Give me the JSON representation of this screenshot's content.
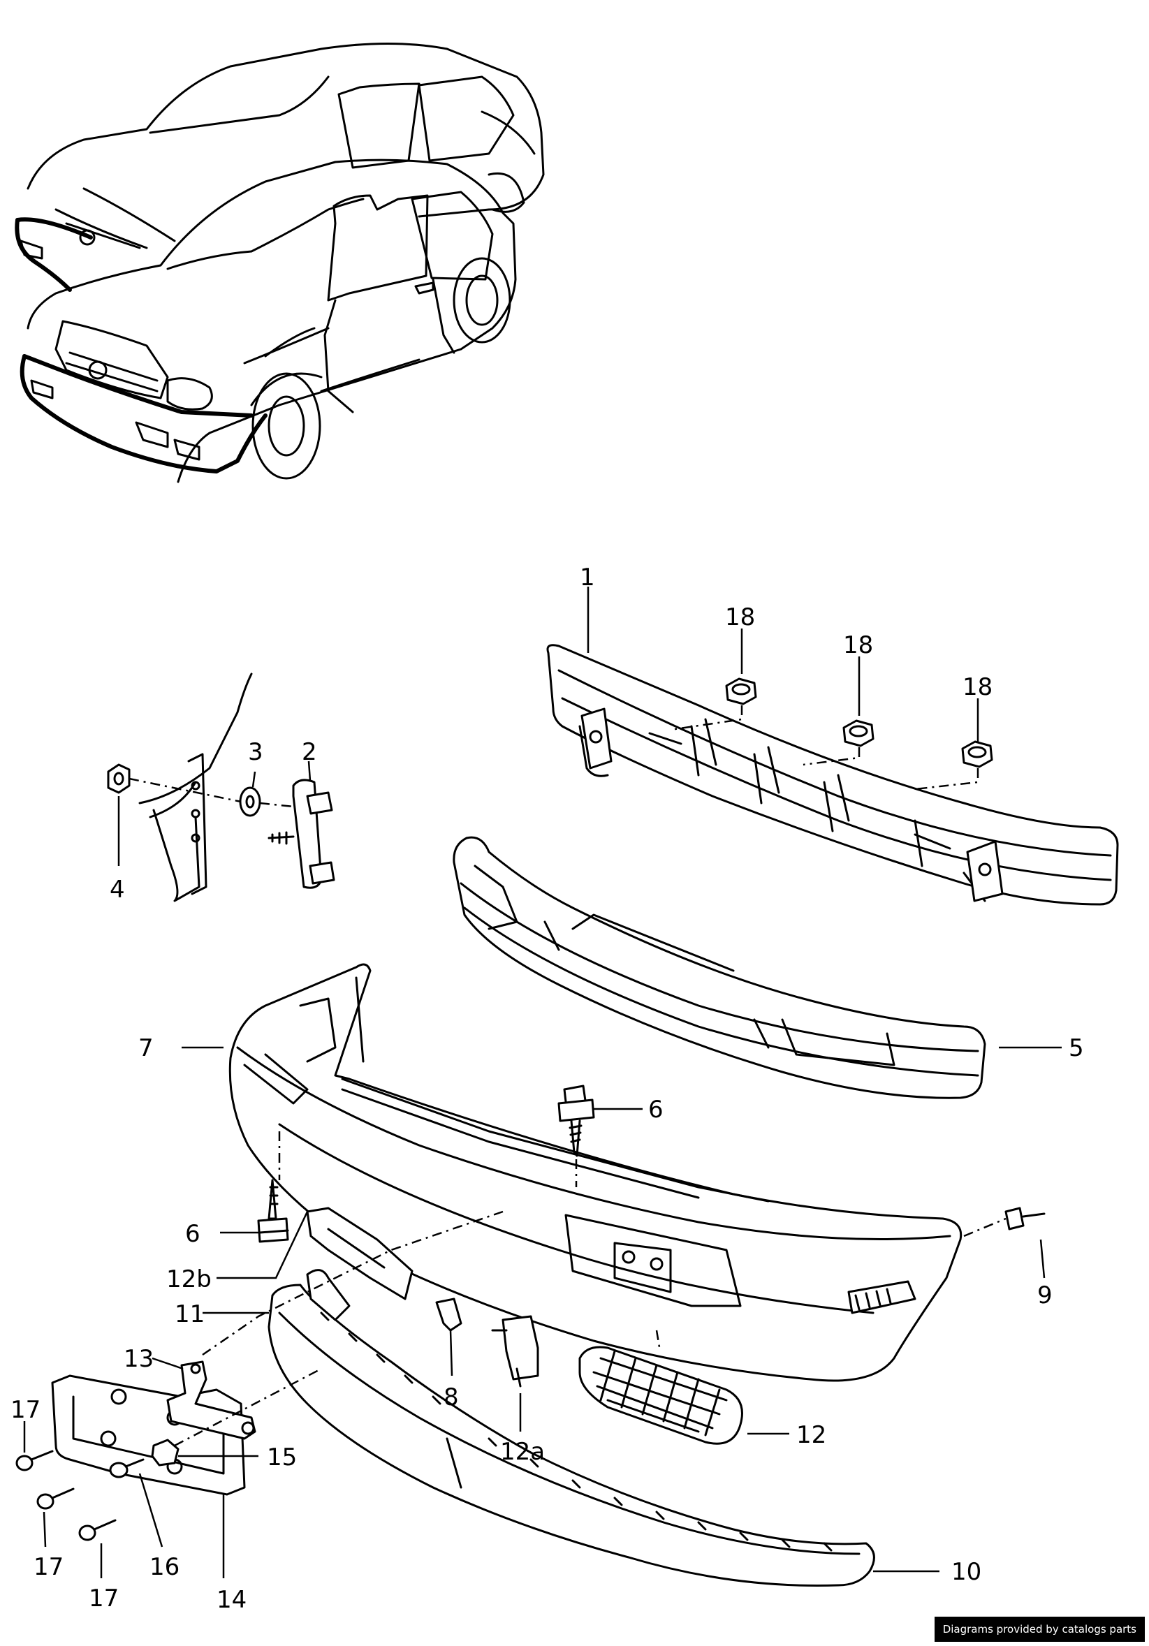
{
  "callouts": [
    {
      "id": "c1",
      "label": "1"
    },
    {
      "id": "c2",
      "label": "2"
    },
    {
      "id": "c3",
      "label": "3"
    },
    {
      "id": "c4",
      "label": "4"
    },
    {
      "id": "c5",
      "label": "5"
    },
    {
      "id": "c6a",
      "label": "6"
    },
    {
      "id": "c6b",
      "label": "6"
    },
    {
      "id": "c7",
      "label": "7"
    },
    {
      "id": "c8",
      "label": "8"
    },
    {
      "id": "c9",
      "label": "9"
    },
    {
      "id": "c10",
      "label": "10"
    },
    {
      "id": "c11",
      "label": "11"
    },
    {
      "id": "c12",
      "label": "12"
    },
    {
      "id": "c12a",
      "label": "12a"
    },
    {
      "id": "c12b",
      "label": "12b"
    },
    {
      "id": "c13",
      "label": "13"
    },
    {
      "id": "c14",
      "label": "14"
    },
    {
      "id": "c15",
      "label": "15"
    },
    {
      "id": "c16",
      "label": "16"
    },
    {
      "id": "c17a",
      "label": "17"
    },
    {
      "id": "c17b",
      "label": "17"
    },
    {
      "id": "c17c",
      "label": "17"
    },
    {
      "id": "c18a",
      "label": "18"
    },
    {
      "id": "c18b",
      "label": "18"
    },
    {
      "id": "c18c",
      "label": "18"
    }
  ],
  "credit": "Diagrams provided by catalogs parts"
}
